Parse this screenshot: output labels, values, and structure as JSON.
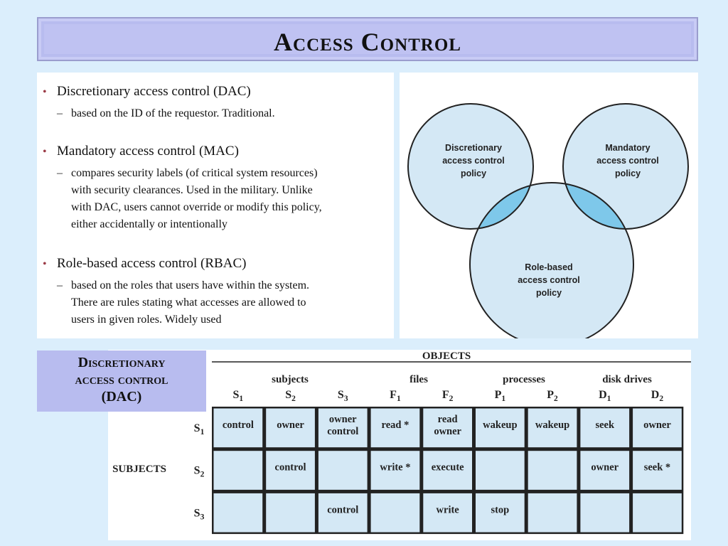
{
  "title": "Access Control",
  "bullets": [
    {
      "heading": "Discretionary access control (DAC)",
      "sub": "based on the ID of the requestor. Traditional."
    },
    {
      "heading": "Mandatory access control (MAC)",
      "sub_lines": [
        "compares security labels (of critical system resources)",
        "with security clearances. Used in the military. Unlike",
        "with DAC, users cannot override or modify this policy,",
        "either accidentally or intentionally"
      ]
    },
    {
      "heading": "Role-based access control (RBAC)",
      "sub_lines": [
        "based on the roles that users have within the system.",
        "There are rules stating what accesses are allowed to",
        "users in given roles.  Widely used"
      ]
    }
  ],
  "venn": {
    "dac": [
      "Discretionary",
      "access control",
      "policy"
    ],
    "mac": [
      "Mandatory",
      "access control",
      "policy"
    ],
    "rbac": [
      "Role-based",
      "access control",
      "policy"
    ],
    "colors": {
      "base": "#d4e8f5",
      "pair": "#7ec8ea",
      "center": "#00a9e0",
      "stroke": "#222222"
    }
  },
  "dac_label": [
    "Discretionary",
    "access control",
    "(DAC)"
  ],
  "matrix": {
    "objects_label": "OBJECTS",
    "subjects_row_label": "SUBJECTS",
    "groups": [
      "subjects",
      "files",
      "processes",
      "disk drives"
    ],
    "columns": [
      [
        "S",
        "1"
      ],
      [
        "S",
        "2"
      ],
      [
        "S",
        "3"
      ],
      [
        "F",
        "1"
      ],
      [
        "F",
        "2"
      ],
      [
        "P",
        "1"
      ],
      [
        "P",
        "2"
      ],
      [
        "D",
        "1"
      ],
      [
        "D",
        "2"
      ]
    ],
    "rows": [
      {
        "label": [
          "S",
          "1"
        ],
        "cells": [
          [
            "control"
          ],
          [
            "owner"
          ],
          [
            "owner",
            "control"
          ],
          [
            "read *"
          ],
          [
            "read",
            "owner"
          ],
          [
            "wakeup"
          ],
          [
            "wakeup"
          ],
          [
            "seek"
          ],
          [
            "owner"
          ]
        ]
      },
      {
        "label": [
          "S",
          "2"
        ],
        "cells": [
          [],
          [
            "control"
          ],
          [],
          [
            "write *"
          ],
          [
            "execute"
          ],
          [],
          [],
          [
            "owner"
          ],
          [
            "seek *"
          ]
        ]
      },
      {
        "label": [
          "S",
          "3"
        ],
        "cells": [
          [],
          [],
          [
            "control"
          ],
          [],
          [
            "write"
          ],
          [
            "stop"
          ],
          [],
          [],
          []
        ]
      }
    ],
    "cell_color": "#d4e8f5"
  }
}
